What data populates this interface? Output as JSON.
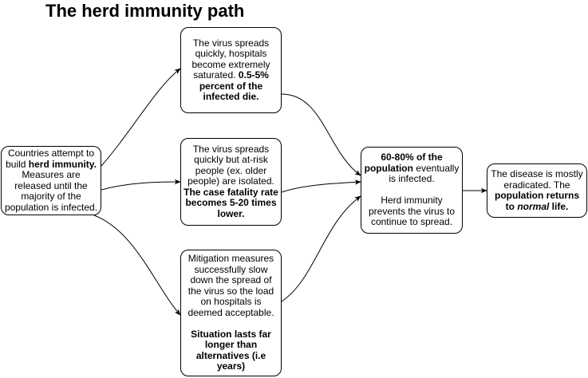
{
  "title": "The herd immunity path",
  "nodes": {
    "start": {
      "t1": "Countries attempt to build ",
      "b1": "herd immunity.",
      "t2": " Measures are released until the majority of the population is infected."
    },
    "spread_fast": {
      "t1": "The virus spreads quickly, hospitals become extremely saturated. ",
      "b1": "0.5-5% percent of the infected die."
    },
    "isolate": {
      "t1": "The virus spreads quickly but at-risk people (ex. older people) are isolated. ",
      "b1": "The case fatality rate becomes 5-20 times lower."
    },
    "mitigation": {
      "t1": "Mitigation measures successfully slow down the spread of the virus so the load on hospitals is deemed acceptable.",
      "b1": "Situation lasts far longer than alternatives (i.e years)"
    },
    "infected": {
      "b1": "60-80% of the population",
      "t1": " eventually is infected.",
      "t2": "Herd immunity prevents the virus to continue to spread."
    },
    "end": {
      "t1": "The disease is mostly eradicated. The ",
      "b1": "population returns to ",
      "bi1": "normal",
      "t2": " life."
    }
  }
}
